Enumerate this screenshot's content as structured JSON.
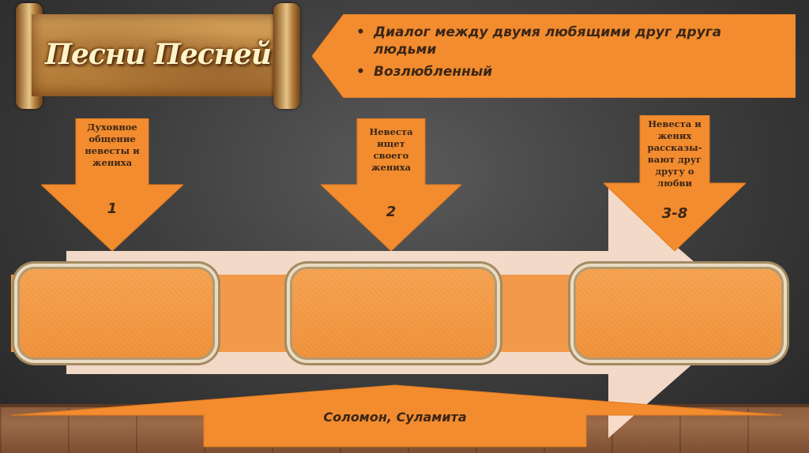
{
  "title": "Песни Песней",
  "callout": {
    "items": [
      "Диалог между двумя любящими друг друга людьми",
      "Возлюбленный"
    ]
  },
  "stages": [
    {
      "label": "Духовное общение невесты и жениха",
      "number": "1"
    },
    {
      "label": "Невеста ищет своего жениха",
      "number": "2"
    },
    {
      "label": "Невеста и жених рассказы-вают друг другу о любви",
      "number": "3-8"
    }
  ],
  "bottom": {
    "label": "Соломон, Суламита"
  },
  "colors": {
    "orange": "#f28c2f",
    "orange_border": "#e07a1f",
    "light_arrow": "#fde2d0",
    "text": "#3b2616"
  }
}
